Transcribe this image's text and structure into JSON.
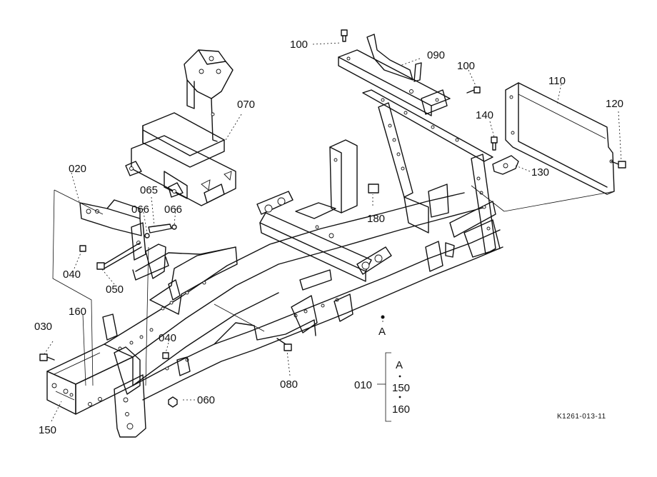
{
  "callouts": {
    "p010": "010",
    "p020": "020",
    "p030": "030",
    "p040a": "040",
    "p040b": "040",
    "p050": "050",
    "p060": "060",
    "p065": "065",
    "p066a": "066",
    "p066b": "066",
    "p070": "070",
    "p080": "080",
    "p090": "090",
    "p100a": "100",
    "p100b": "100",
    "p110": "110",
    "p120": "120",
    "p130": "130",
    "p140": "140",
    "p150": "150",
    "p160a": "160",
    "p160b": "160",
    "p150b": "150",
    "p180": "180",
    "markA": "A",
    "groupA": "A"
  },
  "drawing_code": "K1261-013-11",
  "colors": {
    "ink": "#111111",
    "paper": "#ffffff"
  }
}
